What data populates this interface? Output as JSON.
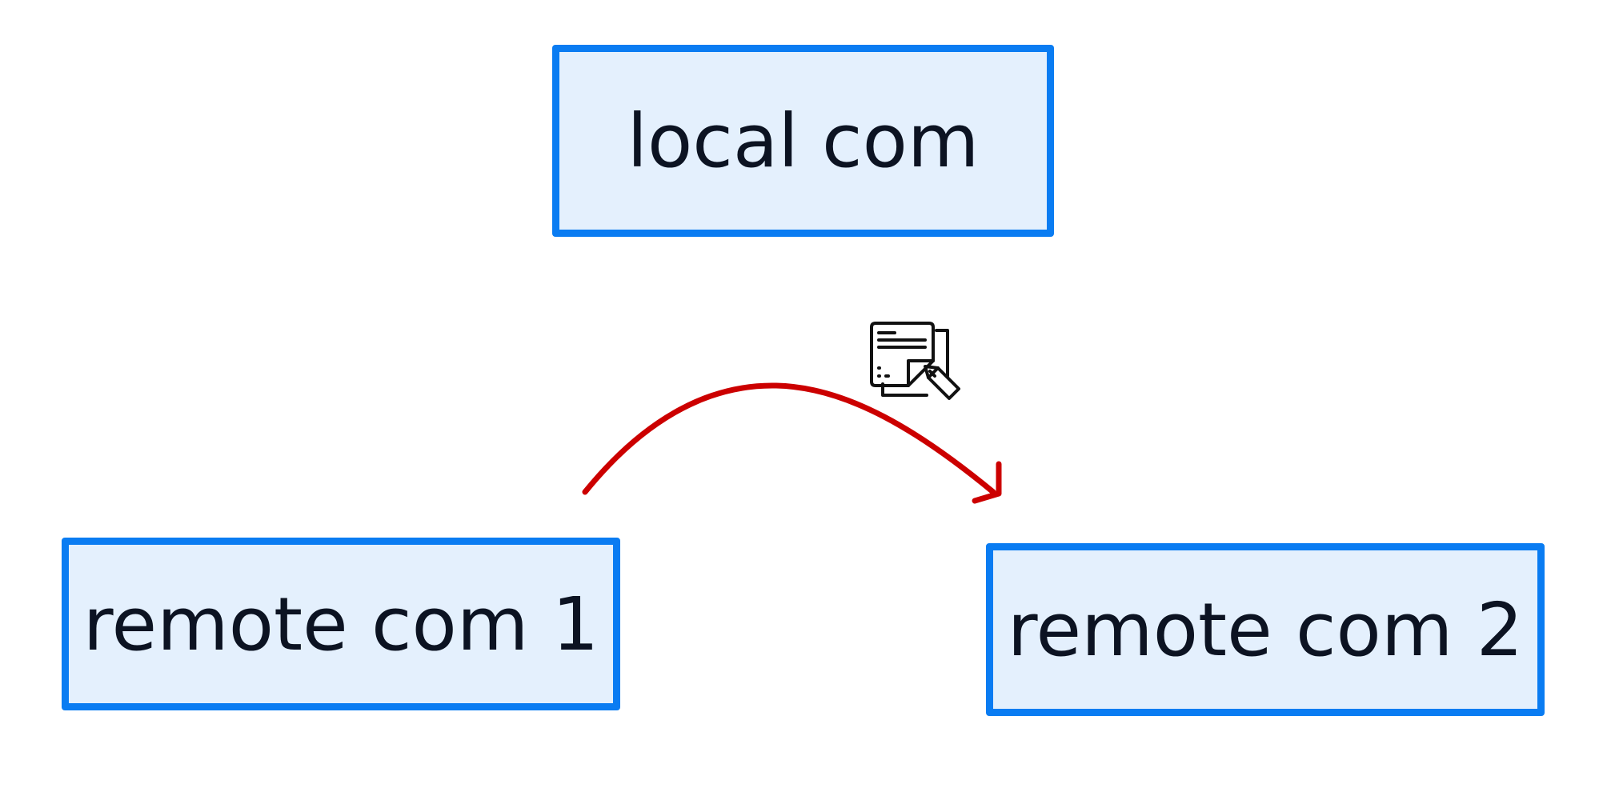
{
  "nodes": {
    "local": {
      "label": "local com"
    },
    "remote1": {
      "label": "remote com 1"
    },
    "remote2": {
      "label": "remote com 2"
    }
  },
  "edges": [
    {
      "from": "remote com 1",
      "to": "remote com 2",
      "icon": "document-edit-icon"
    }
  ],
  "colors": {
    "node_fill": "#e4f0fd",
    "node_border": "#0a7cf2",
    "text": "#0c1322",
    "arrow": "#cc0000",
    "icon": "#111111"
  }
}
